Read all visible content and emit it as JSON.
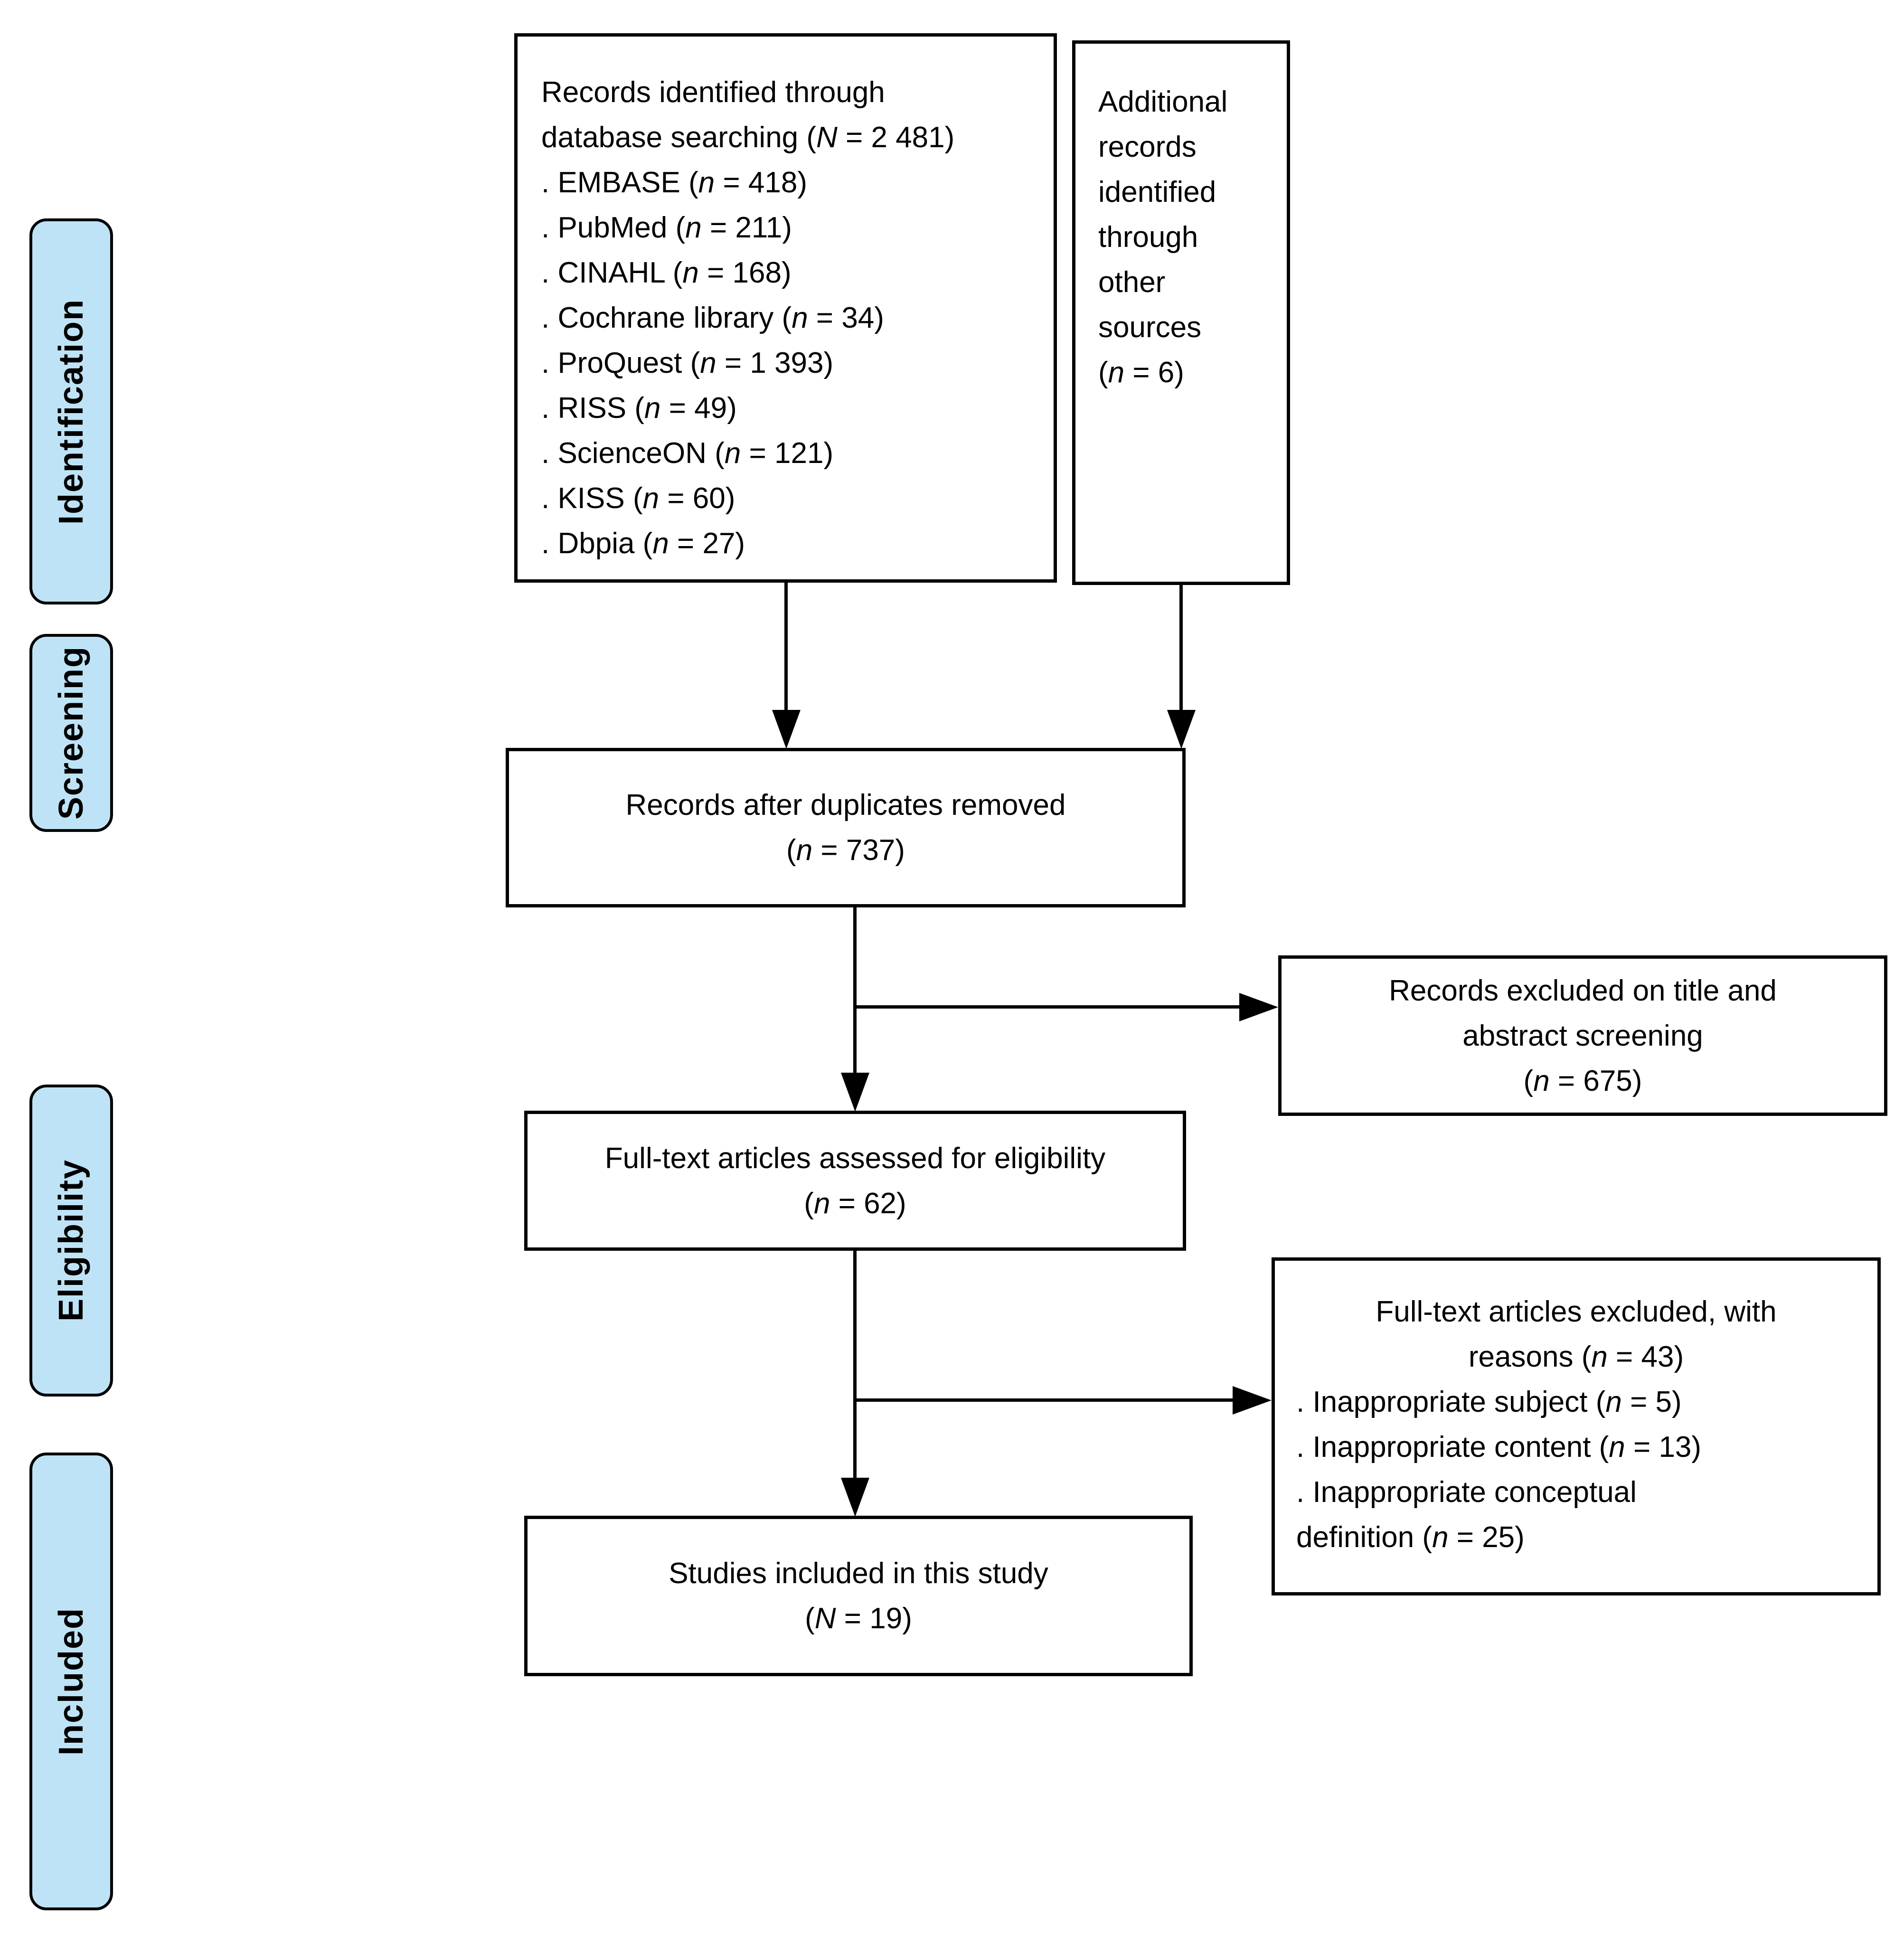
{
  "stage_labels": [
    {
      "label": "Identification"
    },
    {
      "label": "Screening"
    },
    {
      "label": "Eligibility"
    },
    {
      "label": "Included"
    }
  ],
  "boxes": {
    "identified": {
      "lines": [
        "Records identified through",
        "database searching (N = 2 481)",
        ". EMBASE (n = 418)",
        ". PubMed (n = 211)",
        ". CINAHL (n = 168)",
        ". Cochrane library (n = 34)",
        ". ProQuest (n = 1 393)",
        ". RISS (n = 49)",
        ". ScienceON (n = 121)",
        ". KISS (n = 60)",
        ". Dbpia (n = 27)"
      ]
    },
    "additional": {
      "lines": [
        "Additional",
        "records",
        "identified",
        "through",
        "other",
        "sources",
        "(n = 6)"
      ]
    },
    "duplicates_removed": {
      "lines": [
        "Records after duplicates removed",
        "(n = 737)"
      ]
    },
    "excluded_screening": {
      "lines": [
        "Records excluded on title and",
        "abstract screening",
        "(n = 675)"
      ]
    },
    "fulltext_assessed": {
      "lines": [
        "Full-text articles assessed for eligibility",
        "(n = 62)"
      ]
    },
    "fulltext_excluded": {
      "title_lines": [
        "Full-text articles excluded, with",
        "reasons (n = 43)"
      ],
      "reason_lines": [
        ". Inappropriate subject (n = 5)",
        ". Inappropriate content (n = 13)",
        ". Inappropriate conceptual",
        "definition (n = 25)"
      ]
    },
    "included": {
      "lines": [
        "Studies included in this study",
        "(N = 19)"
      ]
    }
  },
  "colors": {
    "stage_fill": "#bee3f6",
    "line": "#000000"
  }
}
